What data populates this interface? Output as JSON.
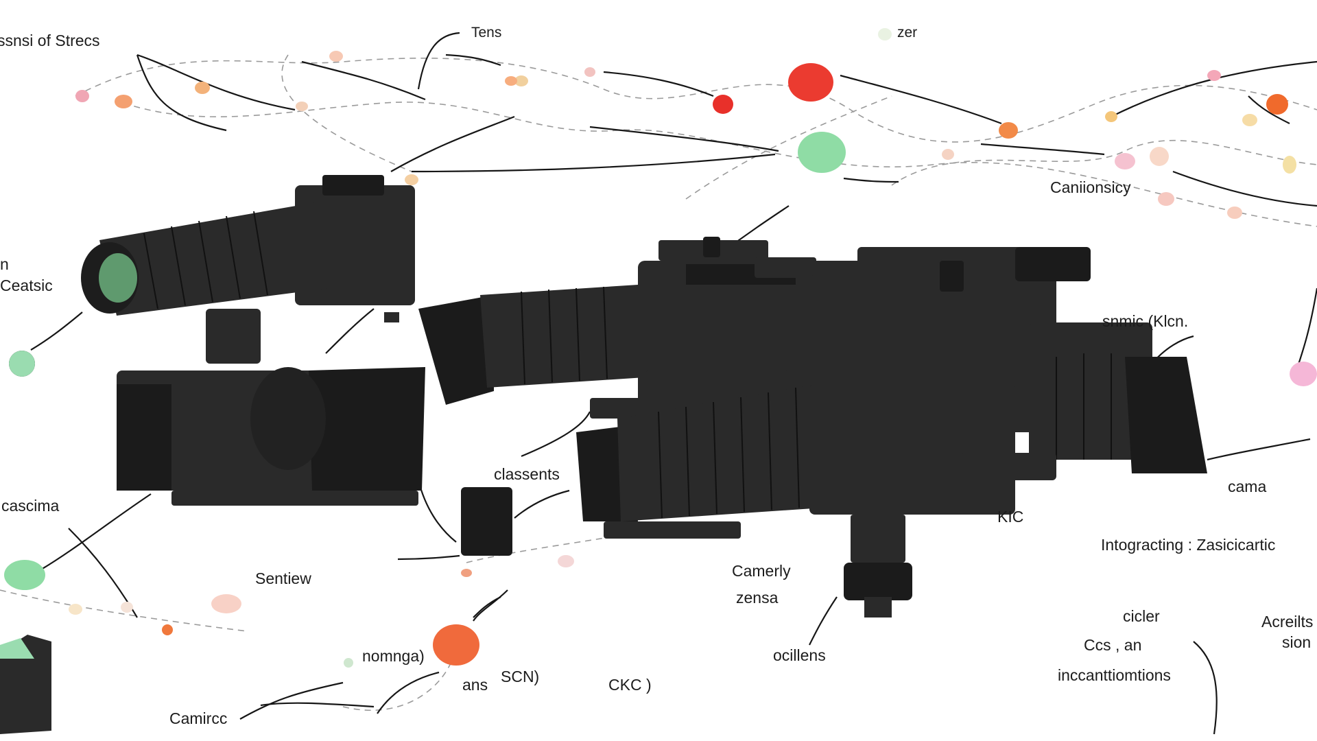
{
  "labels": {
    "top_left": "ssnsi of  Strecs",
    "tens": "Tens",
    "zer": "zer",
    "left_n": "n",
    "ceatsic": "Ceatsic",
    "caniionsicy": "Caniionsicy",
    "snmic": "snmic (Klcn.",
    "classents": "classents",
    "cascima": "cascima",
    "cama": "cama",
    "kic": "KIC",
    "integracting": "Intogracting :  Zasicicartic",
    "sentiew": "Sentiew",
    "camerly": "Camerly",
    "zensa": "zensa",
    "cicler": "cicler",
    "acreilts": "Acreilts",
    "sion": "sion",
    "ccs_an": "Ccs , an",
    "ocillens": "ocillens",
    "incanttiomtions": "inccanttiomtions",
    "nomnga": "nomnga)",
    "ans": "ans",
    "scn": "SCN)",
    "ckc": "CKC )",
    "camircc": "Camircc"
  },
  "colors": {
    "red": "#e83a2e",
    "orange_red": "#f06a3c",
    "green": "#8fdca5",
    "pink": "#f4b6c8",
    "camera_body": "#262626",
    "lens_green": "#5f9a6e"
  },
  "icons": [
    "camera-icon",
    "flower-icon",
    "dot-icon"
  ]
}
